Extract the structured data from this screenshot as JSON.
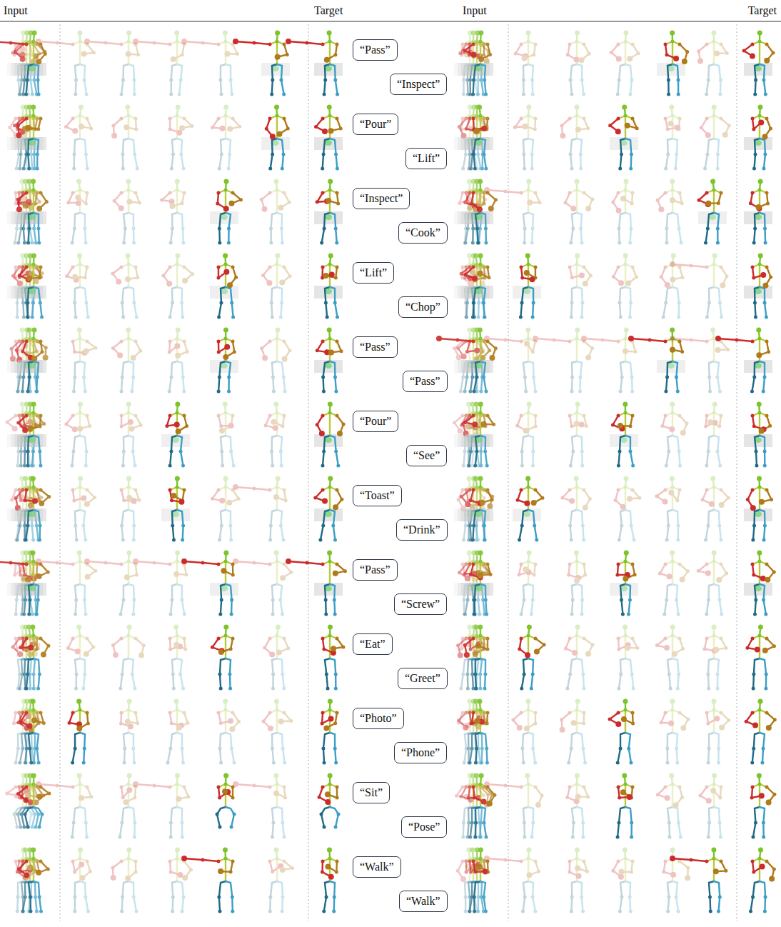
{
  "diagram": {
    "nodes": [
      {
        "text": [
          "“Pass”"
        ]
      },
      {
        "text": [
          "“Inspect”"
        ]
      },
      {
        "text": [
          "“Pour”"
        ]
      },
      {
        "text": [
          "“Lift”"
        ]
      },
      {
        "text": [
          "“Inspect”"
        ]
      },
      {
        "text": [
          "“Cook”"
        ]
      },
      {
        "text": [
          "“Lift”"
        ]
      },
      {
        "text": [
          "“Chop”"
        ]
      },
      {
        "text": [
          "“Pass”"
        ]
      },
      {
        "text": [
          "“Pass”"
        ]
      },
      {
        "text": [
          "“Pour”"
        ]
      },
      {
        "text": [
          "“See”"
        ]
      },
      {
        "text": [
          "“Toast”"
        ]
      },
      {
        "text": [
          "“Drink”"
        ]
      },
      {
        "text": [
          "“Pass”"
        ]
      },
      {
        "text": [
          "“Screw”"
        ]
      },
      {
        "text": [
          "“Eat”"
        ]
      },
      {
        "text": [
          "“Greet”"
        ]
      },
      {
        "text": [
          "“Photo”"
        ]
      },
      {
        "text": [
          "“Phone”"
        ]
      },
      {
        "text": [
          "“Sit”"
        ]
      },
      {
        "text": [
          "“Pose”"
        ]
      },
      {
        "text": [
          "“Walk”"
        ]
      },
      {
        "text": [
          "“Walk”"
        ]
      }
    ],
    "labels": [
      "Input",
      "Target",
      "Input",
      "Target"
    ]
  }
}
